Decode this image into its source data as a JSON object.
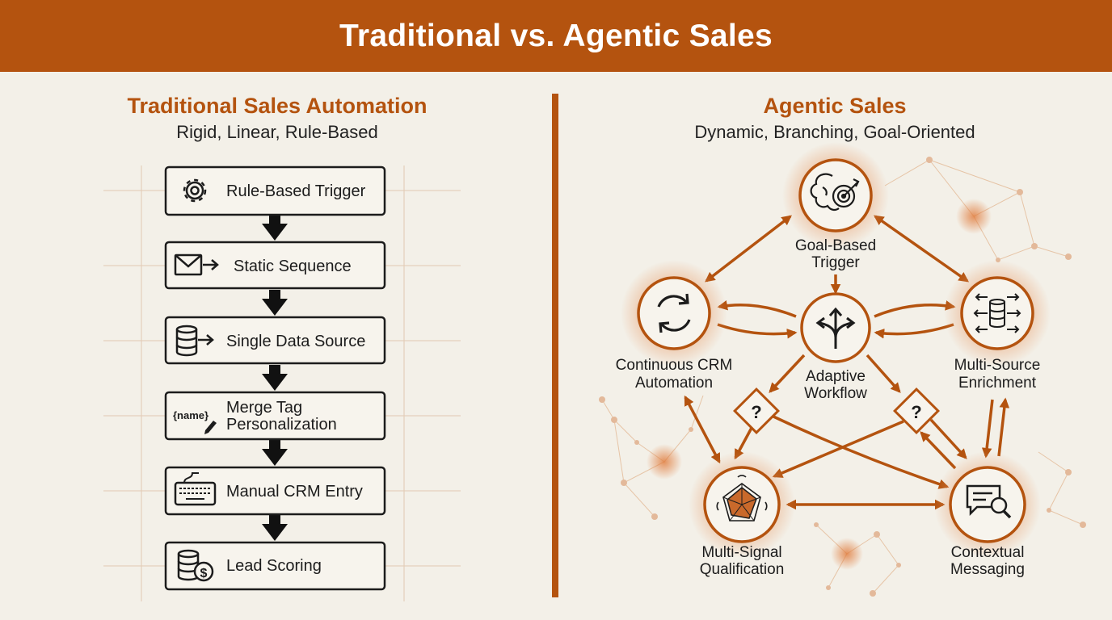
{
  "title": "Traditional vs. Agentic Sales",
  "colors": {
    "accent": "#b4530f",
    "background": "#f3f0e8",
    "ink": "#1c1c1c"
  },
  "traditional": {
    "title": "Traditional Sales Automation",
    "subtitle": "Rigid, Linear, Rule-Based",
    "steps": [
      {
        "icon": "gear-icon",
        "label": [
          "Rule-Based Trigger"
        ]
      },
      {
        "icon": "envelope-arrow-icon",
        "label": [
          "Static Sequence"
        ]
      },
      {
        "icon": "database-arrow-icon",
        "label": [
          "Single Data Source"
        ]
      },
      {
        "icon": "name-tag-pen-icon",
        "icon_text": "{name}",
        "label": [
          "Merge Tag",
          "Personalization"
        ]
      },
      {
        "icon": "keyboard-icon",
        "label": [
          "Manual CRM Entry"
        ]
      },
      {
        "icon": "coins-dollar-icon",
        "icon_text": "$",
        "label": [
          "Lead Scoring"
        ]
      }
    ]
  },
  "agentic": {
    "title": "Agentic Sales",
    "subtitle": "Dynamic, Branching, Goal-Oriented",
    "nodes": [
      {
        "id": "goal",
        "icon": "brain-target-icon",
        "label": [
          "Goal-Based",
          "Trigger"
        ]
      },
      {
        "id": "crm",
        "icon": "refresh-icon",
        "label": [
          "Continuous CRM",
          "Automation"
        ]
      },
      {
        "id": "adaptive",
        "icon": "branch-arrows-icon",
        "label": [
          "Adaptive",
          "Workflow"
        ]
      },
      {
        "id": "enrich",
        "icon": "database-arrows-icon",
        "label": [
          "Multi-Source",
          "Enrichment"
        ]
      },
      {
        "id": "qual",
        "icon": "radar-chart-icon",
        "label": [
          "Multi-Signal",
          "Qualification"
        ]
      },
      {
        "id": "msg",
        "icon": "message-magnifier-icon",
        "label": [
          "Contextual",
          "Messaging"
        ]
      }
    ],
    "decisions": [
      {
        "icon": "question-diamond-icon",
        "symbol": "?"
      },
      {
        "icon": "question-diamond-icon",
        "symbol": "?"
      }
    ]
  }
}
